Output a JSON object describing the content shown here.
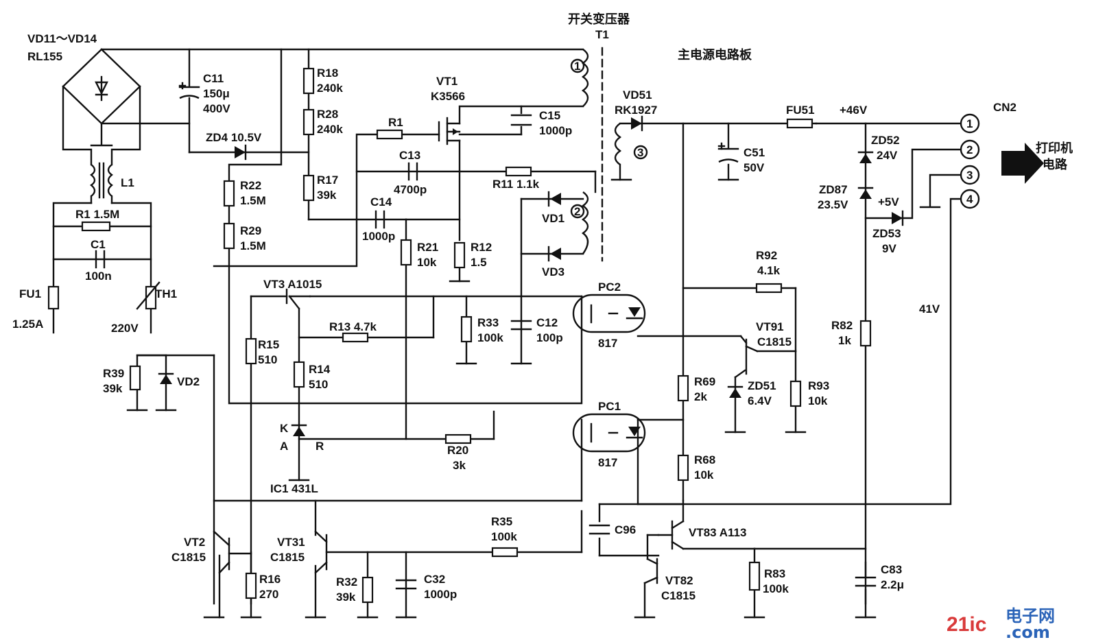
{
  "labels": {
    "transformer_title": "开关变压器",
    "t1": "T1",
    "board_title": "主电源电路板",
    "bridge_name": "VD11～VD14",
    "bridge_part": "RL155",
    "c11_name": "C11",
    "c11_val1": "150μ",
    "c11_val2": "400V",
    "zd4": "ZD4 10.5V",
    "r18_name": "R18",
    "r18_val": "240k",
    "r28_name": "R28",
    "r28_val": "240k",
    "r17_name": "R17",
    "r17_val": "39k",
    "r22_name": "R22",
    "r22_val": "1.5M",
    "r29_name": "R29",
    "r29_val": "1.5M",
    "l1": "L1",
    "r1a": "R1 1.5M",
    "c1_name": "C1",
    "c1_val": "100n",
    "fu1_name": "FU1",
    "fu1_val": "1.25A",
    "th1": "TH1",
    "v220": "220V",
    "r39_name": "R39",
    "r39_val": "39k",
    "vd2": "VD2",
    "vt1_name": "VT1",
    "vt1_part": "K3566",
    "r1b": "R1",
    "c15_name": "C15",
    "c15_val": "1000p",
    "c13_name": "C13",
    "c13_val": "4700p",
    "r11": "R11 1.1k",
    "c14_name": "C14",
    "c14_val": "1000p",
    "r21_name": "R21",
    "r21_val": "10k",
    "r12_name": "R12",
    "r12_val": "1.5",
    "vd1": "VD1",
    "vd3": "VD3",
    "vt3": "VT3  A1015",
    "r13": "R13 4.7k",
    "r33_name": "R33",
    "r33_val": "100k",
    "c12_name": "C12",
    "c12_val": "100p",
    "r15_name": "R15",
    "r15_val": "510",
    "r14_name": "R14",
    "r14_val": "510",
    "k": "K",
    "a": "A",
    "r": "R",
    "r20_name": "R20",
    "r20_val": "3k",
    "ic1": "IC1 431L",
    "pc2": "PC2",
    "pc1": "PC1",
    "pc_part": "817",
    "vt2_name": "VT2",
    "vt2_part": "C1815",
    "r16_name": "R16",
    "r16_val": "270",
    "vt31_name": "VT31",
    "vt31_part": "C1815",
    "r32_name": "R32",
    "r32_val": "39k",
    "c32_name": "C32",
    "c32_val": "1000p",
    "r35_name": "R35",
    "r35_val": "100k",
    "vd51_name": "VD51",
    "vd51_part": "RK1927",
    "c51_name": "C51",
    "c51_val": "50V",
    "fu51": "FU51",
    "v46": "+46V",
    "cn2": "CN2",
    "zd52_name": "ZD52",
    "zd52_val": "24V",
    "zd87_name": "ZD87",
    "zd87_val": "23.5V",
    "v5": "+5V",
    "zd53_name": "ZD53",
    "zd53_val": "9V",
    "printer": "打印机",
    "printer2": "电路",
    "r92_name": "R92",
    "r92_val": "4.1k",
    "vt91_name": "VT91",
    "vt91_part": "C1815",
    "zd51_name": "ZD51",
    "zd51_val": "6.4V",
    "r93_name": "R93",
    "r93_val": "10k",
    "r69_name": "R69",
    "r69_val": "2k",
    "r68_name": "R68",
    "r68_val": "10k",
    "r82_name": "R82",
    "r82_val": "1k",
    "v41": "41V",
    "c96": "C96",
    "vt83": "VT83 A113",
    "vt82_name": "VT82",
    "vt82_part": "C1815",
    "r83_name": "R83",
    "r83_val": "100k",
    "c83_name": "C83",
    "c83_val": "2.2μ",
    "pin1": "1",
    "pin2": "2",
    "pin3": "3",
    "pin4": "4",
    "wdg1": "1",
    "wdg2": "2",
    "wdg3": "3",
    "watermark_a": "21ic",
    "watermark_b": "电子网",
    "watermark_c": ".com"
  }
}
